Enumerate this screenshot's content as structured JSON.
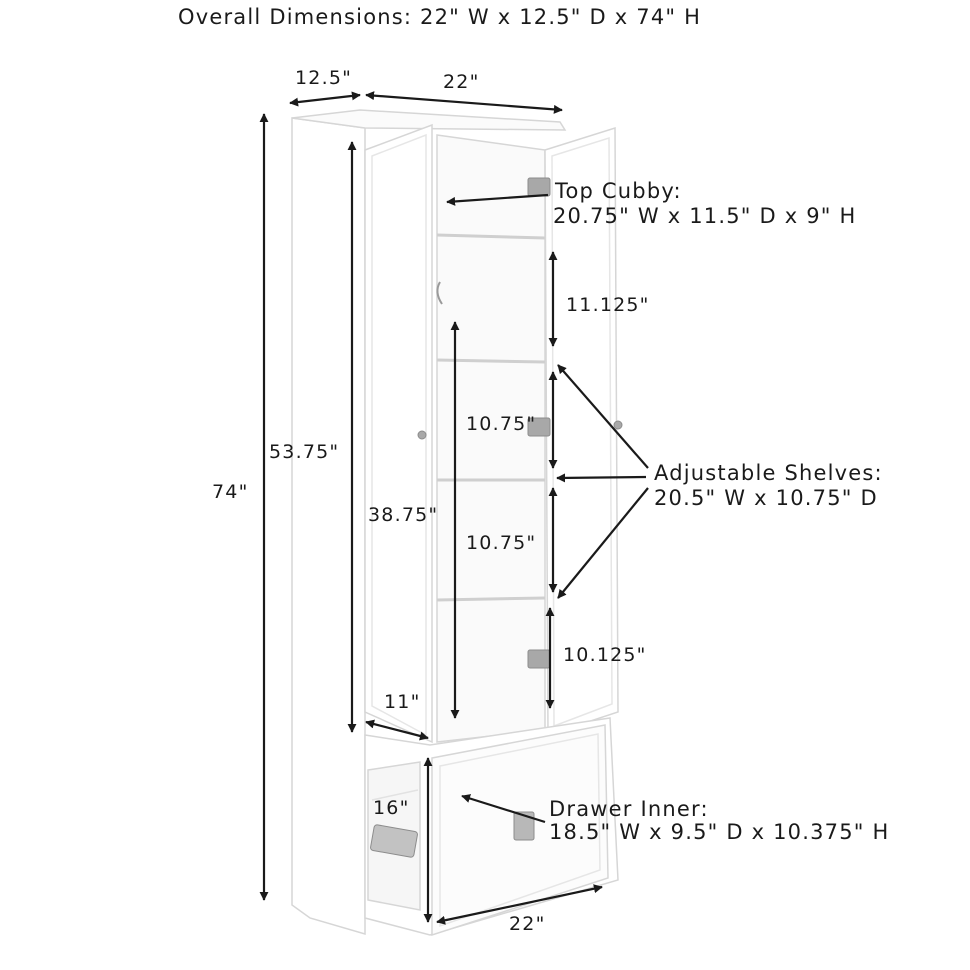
{
  "title": "Overall Dimensions: 22\" W x 12.5\" D x 74\" H",
  "dimensions": {
    "depth": "12.5\"",
    "width_top": "22\"",
    "height_total": "74\"",
    "door_height": "53.75\"",
    "interior_height": "38.75\"",
    "interior_depth": "11\"",
    "shelf_gap_1": "11.125\"",
    "shelf_gap_2": "10.75\"",
    "shelf_gap_3": "10.75\"",
    "shelf_gap_4": "10.125\"",
    "drawer_height": "16\"",
    "width_bottom": "22\""
  },
  "callouts": {
    "top_cubby_title": "Top Cubby:",
    "top_cubby_dims": "20.75\" W x 11.5\" D x 9\" H",
    "shelves_title": "Adjustable Shelves:",
    "shelves_dims": "20.5\" W x 10.75\" D",
    "drawer_title": "Drawer Inner:",
    "drawer_dims": "18.5\" W x 9.5\" D x 10.375\" H"
  },
  "colors": {
    "line": "#1a1a1a",
    "cabinet_edge": "#d9d9d9",
    "cabinet_shade": "#f4f4f4",
    "hardware": "#9a9a9a"
  }
}
